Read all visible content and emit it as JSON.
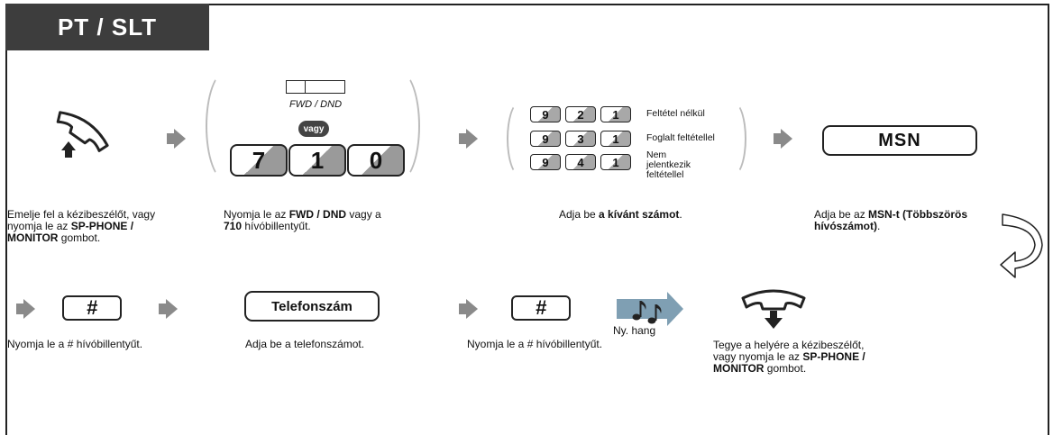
{
  "header": {
    "title": "PT / SLT"
  },
  "row1": {
    "step1": {
      "desc": [
        {
          "t": "Emelje fel a kézibeszélőt, vagy"
        },
        {
          "t": "nyomja le az "
        },
        {
          "b": "SP-PHONE /"
        },
        {
          "b": "MONITOR"
        },
        {
          "t": " gombot."
        }
      ]
    },
    "step2": {
      "fwd_label": "FWD / DND",
      "or_label": "vagy",
      "keys": [
        "7",
        "1",
        "0"
      ],
      "desc": [
        {
          "t": "Nyomja le az "
        },
        {
          "b": "FWD / DND"
        },
        {
          "t": " vagy a"
        },
        {
          "b": "710"
        },
        {
          "t": " hívóbillentyűt."
        }
      ]
    },
    "step3": {
      "options": [
        {
          "keys": [
            "9",
            "2",
            "1"
          ],
          "label": "Feltétel nélkül"
        },
        {
          "keys": [
            "9",
            "3",
            "1"
          ],
          "label": "Foglalt feltétellel"
        },
        {
          "keys": [
            "9",
            "4",
            "1"
          ],
          "label": "Nem jelentkezik feltétellel"
        }
      ],
      "desc": [
        {
          "t": "Adja be "
        },
        {
          "b": "a kívánt számot"
        },
        {
          "t": "."
        }
      ]
    },
    "step4": {
      "box_label": "MSN",
      "desc": [
        {
          "t": "Adja be az "
        },
        {
          "b": "MSN-t (Többszörös"
        },
        {
          "b": "hívószámot)"
        },
        {
          "t": "."
        }
      ]
    }
  },
  "row2": {
    "step5": {
      "key": "#",
      "desc": "Nyomja le a # hívóbillentyűt."
    },
    "step6": {
      "box_label": "Telefonszám",
      "desc": "Adja be a telefonszámot."
    },
    "step7": {
      "key": "#",
      "desc": "Nyomja le a # hívóbillentyűt.",
      "tone_label": "Ny. hang"
    },
    "step8": {
      "desc": [
        {
          "t": "Tegye a helyére a kézibeszélőt,"
        },
        {
          "t": "vagy nyomja le az "
        },
        {
          "b": "SP-PHONE /"
        },
        {
          "b": "MONITOR"
        },
        {
          "t": " gombot."
        }
      ]
    }
  },
  "icons": {
    "offhook": "handset-offhook-icon",
    "onhook": "handset-onhook-icon",
    "tone": "confirmation-tone-icon",
    "continue": "continue-curved-arrow-icon",
    "step_arrow": "step-arrow-icon"
  },
  "colors": {
    "header_bg": "#3d3d3d",
    "arrow": "#8a8a8a",
    "tone_arrow": "#6e8fa3"
  }
}
